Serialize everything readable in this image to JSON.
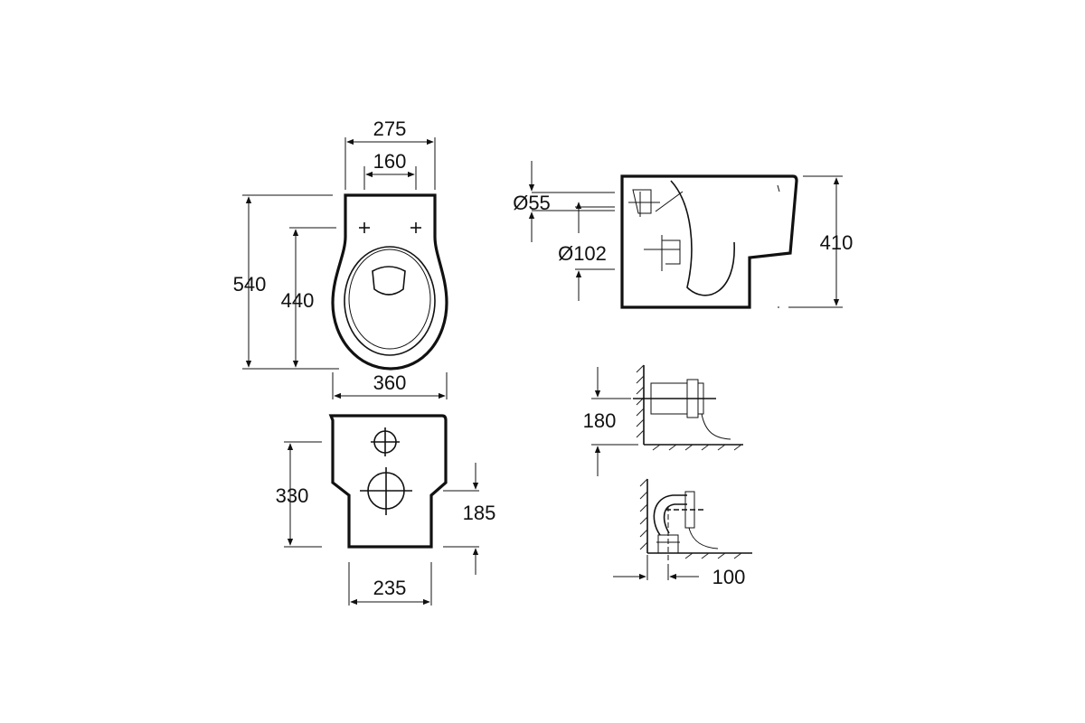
{
  "diagram": {
    "colors": {
      "ink": "#111111",
      "background": "#ffffff"
    },
    "dimensions": {
      "top_width_outer": "275",
      "top_width_inner": "160",
      "total_length": "540",
      "seat_length": "440",
      "max_width": "360",
      "back_height": "330",
      "back_offset": "185",
      "back_bottom_width": "235",
      "outlet_diameter": "Ø55",
      "inlet_diameter": "Ø102",
      "total_height": "410",
      "rear_outlet_height": "180",
      "floor_outlet_offset": "100"
    }
  }
}
